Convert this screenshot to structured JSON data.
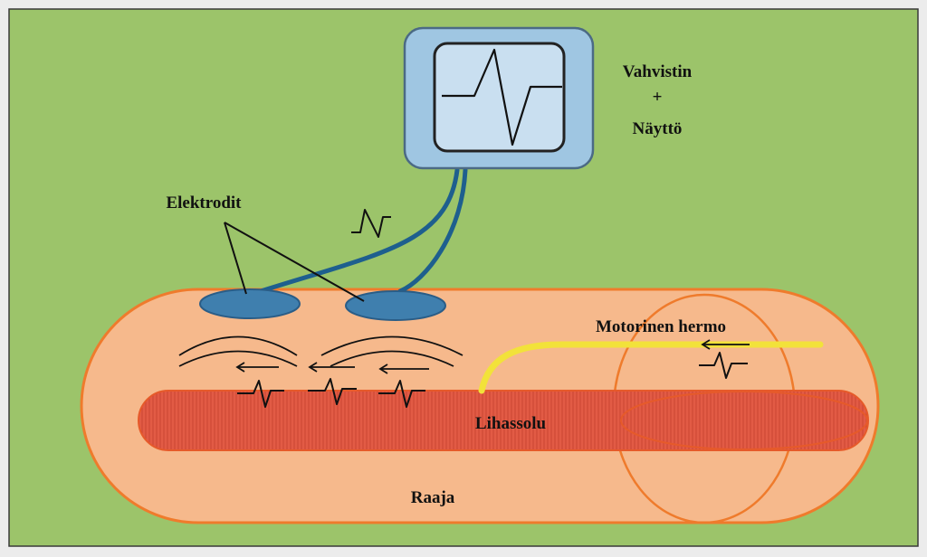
{
  "labels": {
    "amplifier": "Vahvistin",
    "plus": "+",
    "display": "Näyttö",
    "electrodes": "Elektrodit",
    "motor_nerve": "Motorinen hermo",
    "muscle_cell": "Lihassolu",
    "limb": "Raaja"
  },
  "colors": {
    "background": "#9cc46a",
    "limb_fill": "#f6b98c",
    "limb_stroke": "#ef7b2c",
    "muscle_fill": "#e25b45",
    "electrode_fill": "#3f7fae",
    "monitor_fill": "#9fc6e2",
    "screen_fill": "#c9dff0",
    "cable": "#1e5f8e",
    "nerve": "#f2e23a"
  }
}
